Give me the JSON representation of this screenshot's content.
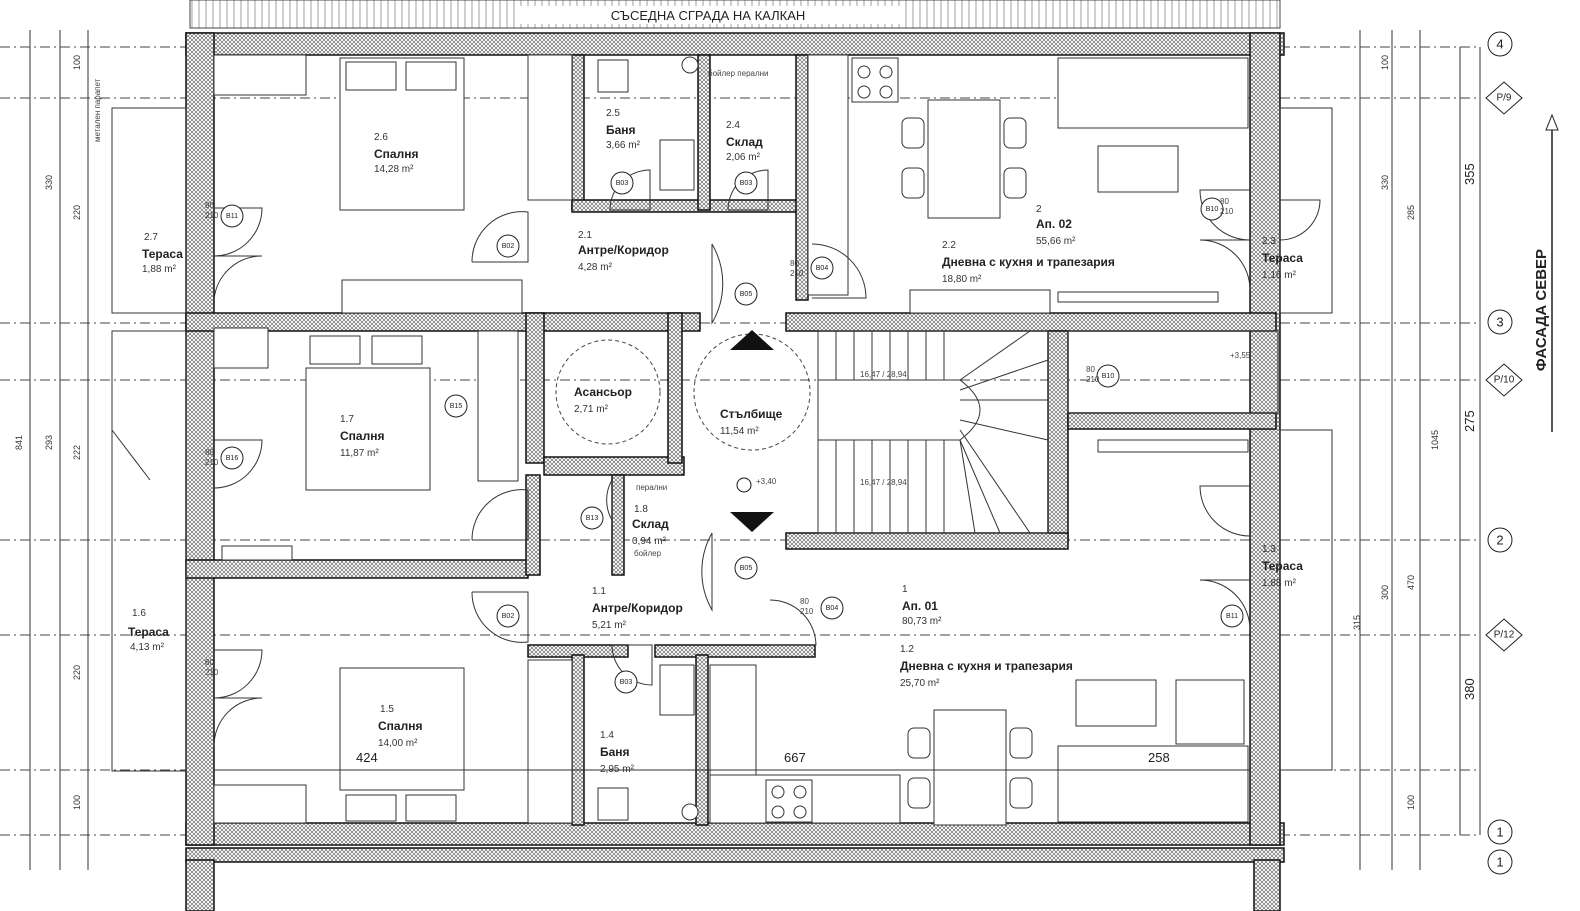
{
  "neighbor_label": "СЪСЕДНА СГРАДА НА КАЛКАН",
  "facade_label": "ФАСАДА СЕВЕР",
  "axes": [
    "4",
    "3",
    "2",
    "1",
    "1"
  ],
  "section_markers": [
    "Р/9",
    "Р/10",
    "Р/12"
  ],
  "rooms": {
    "r26": {
      "id": "2.6",
      "name": "Спалня",
      "area": "14,28 m²"
    },
    "r25": {
      "id": "2.5",
      "name": "Баня",
      "area": "3,66 m²"
    },
    "r24": {
      "id": "2.4",
      "name": "Склад",
      "area": "2,06 m²"
    },
    "r27": {
      "id": "2.7",
      "name": "Тераса",
      "area": "1,88 m²"
    },
    "r21": {
      "id": "2.1",
      "name": "Антре/Коридор",
      "area": "4,28 m²"
    },
    "r22": {
      "id": "2.2",
      "name": "Дневна с кухня и трапезария",
      "area": "18,80 m²"
    },
    "ap02": {
      "id": "2",
      "name": "Ап. 02",
      "area": "55,66 m²"
    },
    "r23": {
      "id": "2.3",
      "name": "Тераса",
      "area": "1,16 m²"
    },
    "lift": {
      "name": "Асансьор",
      "area": "2,71 m²"
    },
    "stair": {
      "name": "Стълбище",
      "area": "11,54 m²"
    },
    "r17": {
      "id": "1.7",
      "name": "Спалня",
      "area": "11,87 m²"
    },
    "r18": {
      "id": "1.8",
      "name": "Склад",
      "area": "0,94 m²"
    },
    "r16": {
      "id": "1.6",
      "name": "Тераса",
      "area": "4,13 m²"
    },
    "r11": {
      "id": "1.1",
      "name": "Антре/Коридор",
      "area": "5,21 m²"
    },
    "ap01": {
      "id": "1",
      "name": "Ап. 01",
      "area": "80,73 m²"
    },
    "r12": {
      "id": "1.2",
      "name": "Дневна с кухня и трапезария",
      "area": "25,70 m²"
    },
    "r13": {
      "id": "1.3",
      "name": "Тераса",
      "area": "1,88 m²"
    },
    "r15": {
      "id": "1.5",
      "name": "Спалня",
      "area": "14,00 m²"
    },
    "r14": {
      "id": "1.4",
      "name": "Баня",
      "area": "2,95 m²"
    }
  },
  "labels": {
    "boiler_1": "бойлер перални",
    "boiler_2": "бойлер",
    "washer": "перални",
    "level": "+3,40",
    "level2": "+3,55",
    "parapet": "метален парапет",
    "stair_1": "16,47 / 28,94",
    "stair_2": "16,47 / 28,94"
  },
  "dims_right": [
    "355",
    "275",
    "380"
  ],
  "dims_inner": [
    "424",
    "667",
    "258"
  ],
  "dims_left": [
    "841",
    "330",
    "220",
    "222",
    "220",
    "293",
    "100",
    "100"
  ],
  "dims_right2": [
    "330",
    "285",
    "1045",
    "300",
    "315",
    "470",
    "100",
    "100"
  ],
  "door_tags": [
    "В05",
    "В05",
    "В02",
    "В02",
    "В03",
    "В03",
    "В03",
    "В04",
    "В04",
    "В10",
    "В10",
    "В11",
    "В11",
    "В13",
    "В15",
    "В16"
  ],
  "door_size": {
    "w": "80",
    "h": "210"
  }
}
